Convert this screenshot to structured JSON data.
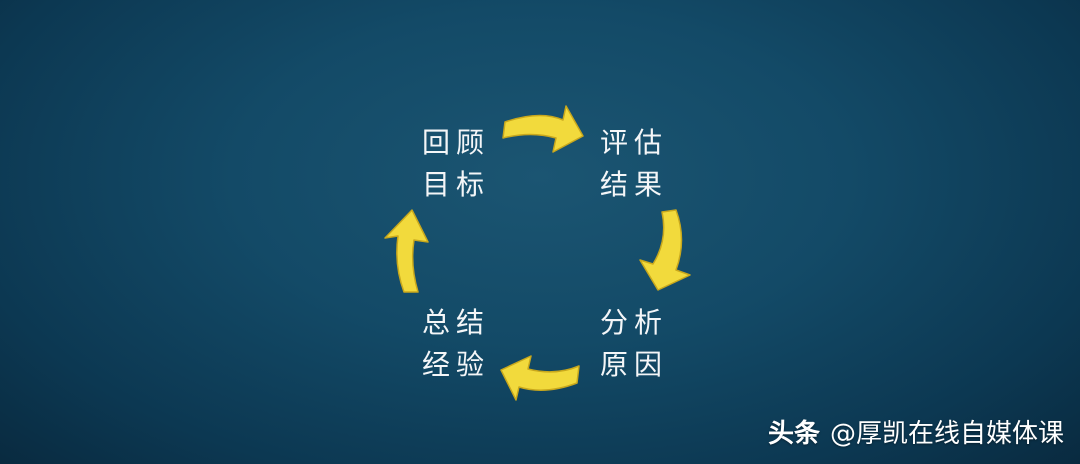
{
  "cycle": {
    "steps": [
      {
        "id": "review",
        "lines": [
          "回顾",
          "目标"
        ]
      },
      {
        "id": "evaluate",
        "lines": [
          "评估",
          "结果"
        ]
      },
      {
        "id": "analyze",
        "lines": [
          "分析",
          "原因"
        ]
      },
      {
        "id": "summarize",
        "lines": [
          "总结",
          "经验"
        ]
      }
    ],
    "arrow_color": "#f2da3c",
    "arrow_outline": "#c9a81c",
    "text_color": "#f4f6f8"
  },
  "watermark": {
    "platform": "头条",
    "account": "@厚凯在线自媒体课"
  }
}
